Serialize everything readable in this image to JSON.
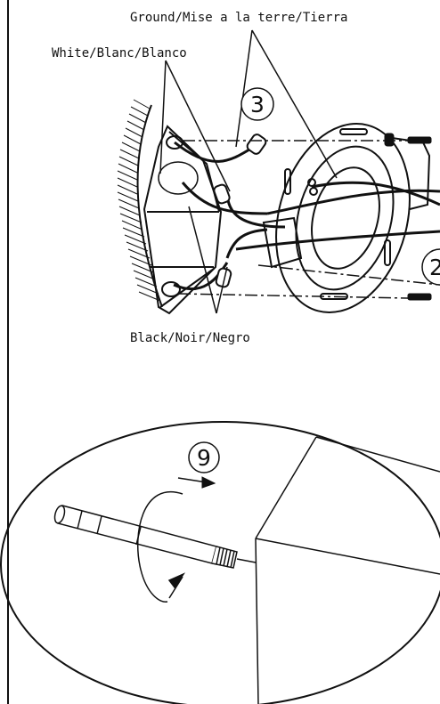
{
  "labels": {
    "ground": "Ground/Mise a la terre/Tierra",
    "white": "White/Blanc/Blanco",
    "black": "Black/Noir/Negro"
  },
  "steps": {
    "step3": "3",
    "step2": "2",
    "step9": "9"
  },
  "colors": {
    "ink": "#111111",
    "paper": "#ffffff"
  }
}
